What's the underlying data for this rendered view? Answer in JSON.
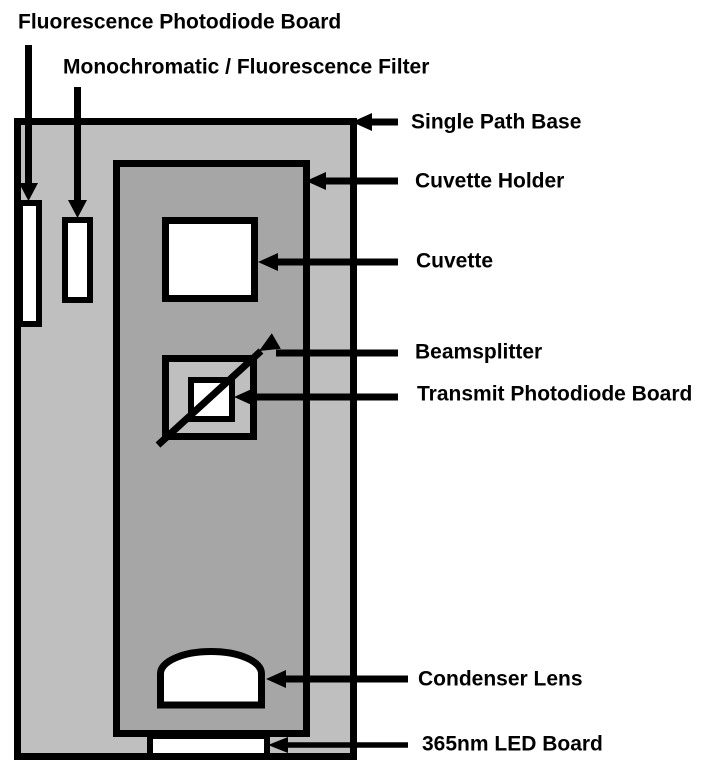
{
  "colors": {
    "base_fill": "#bfbfbf",
    "holder_fill": "#a6a6a6",
    "component_fill": "#ffffff",
    "outline": "#000000",
    "text": "#000000",
    "background": "#ffffff"
  },
  "labels": {
    "fluorescence_photodiode_board": "Fluorescence Photodiode Board",
    "monochromatic_fluorescence_filter": "Monochromatic / Fluorescence Filter",
    "single_path_base": "Single Path Base",
    "cuvette_holder": "Cuvette Holder",
    "cuvette": "Cuvette",
    "beamsplitter": "Beamsplitter",
    "transmit_photodiode_board": "Transmit Photodiode Board",
    "condenser_lens": "Condenser Lens",
    "led_board": "365nm LED Board"
  }
}
